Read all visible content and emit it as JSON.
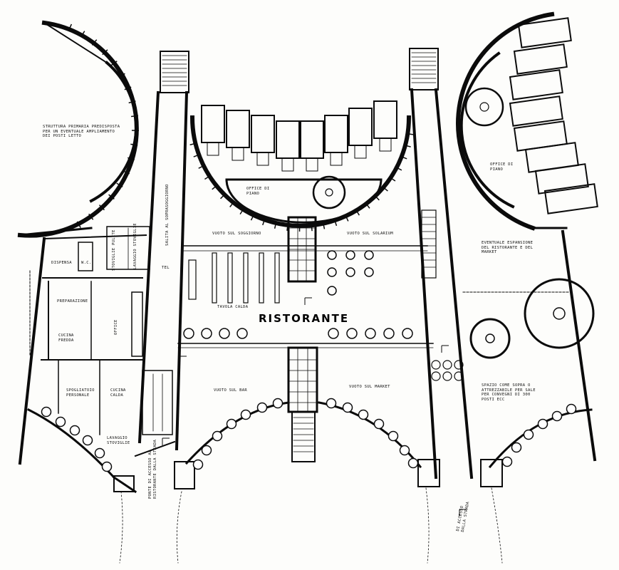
{
  "colors": {
    "ink": "#0b0b0b",
    "paper": "#fdfdfb"
  },
  "main_title": "RISTORANTE",
  "labels": {
    "struttura": "STRUTTURA PRIMARIA PREDISPOSTA\nPER UN EVENTUALE AMPLIAMENTO\nDEI POSTI LETTO",
    "office_left": "OFFICE DI\nPIANO",
    "office_right": "OFFICE DI\nPIANO",
    "vuoto_soggiorno": "VUOTO SUL SOGGIORNO",
    "vuoto_solarium": "VUOTO SUL SOLARIUM",
    "eventuale_espansione": "EVENTUALE ESPANSIONE\nDEL RISTORANTE E DEL\nMARKET",
    "dispensa": "DISPENSA",
    "wc": "W.C.",
    "stoviglie_pulite": "STOVIGLIE PULITE",
    "lavaggio_stoviglie_v": "LAVAGGIO STOVIGLIE",
    "salita_soprasoggiorno": "SALITA AL SOPRASOGGIORNO",
    "tel": "TEL",
    "preparazione": "PREPARAZIONE",
    "cucina_fredda": "CUCINA\nFREDDA",
    "office": "OFFICE",
    "tavola_calda": "TAVOLA CALDA",
    "spogliatoio": "SPOGLIATOIO\nPERSONALE",
    "cucina_calda": "CUCINA\nCALDA",
    "lavaggio_stoviglie": "LAVAGGIO\nSTOVIGLIE",
    "vuoto_bar": "VUOTO SUL BAR",
    "vuoto_market": "VUOTO SUL MARKET",
    "spazio_sopra": "SPAZIO COME SOPRA O\nATTREZZABILE PER SALE\nPER CONVEGNI DI 300\nPOSTI ECC",
    "ponte_accesso": "PONTE DI ACCESSO AL\nRISTORANTE DALLA STRADA",
    "di_accesso": "DI ACCESSO\nDALLA STRADA"
  }
}
